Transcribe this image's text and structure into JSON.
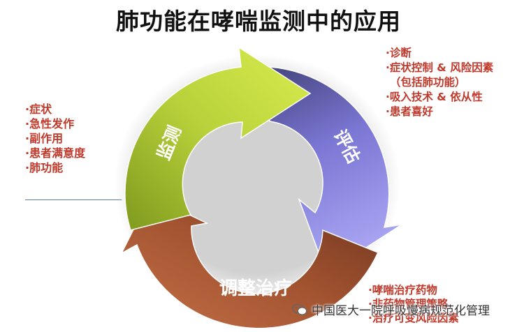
{
  "title": "肺功能在哮喘监测中的应用",
  "cycle": {
    "monitor_label": "监测",
    "assess_label": "评估",
    "adjust_label": "调整治疗",
    "colors": {
      "monitor": "#b7cf3a",
      "assess": "#6f6fc6",
      "adjust": "#b05a35"
    }
  },
  "left_list": {
    "items": [
      "·症状",
      "·急性发作",
      "·副作用",
      "·患者满意度",
      "·肺功能"
    ]
  },
  "right_list": {
    "items": [
      "·诊断",
      "·症状控制 & 风险因素",
      "（包括肺功能）",
      "·吸入技术 & 依从性",
      "·患者喜好"
    ]
  },
  "bottom_list": {
    "items": [
      "·哮喘治疗药物",
      "·非药物管理策略",
      "·治疗可变风险因素"
    ]
  },
  "watermark": {
    "text": "中国医大一院呼吸慢病规范化管理",
    "icon": "wechat-icon"
  }
}
